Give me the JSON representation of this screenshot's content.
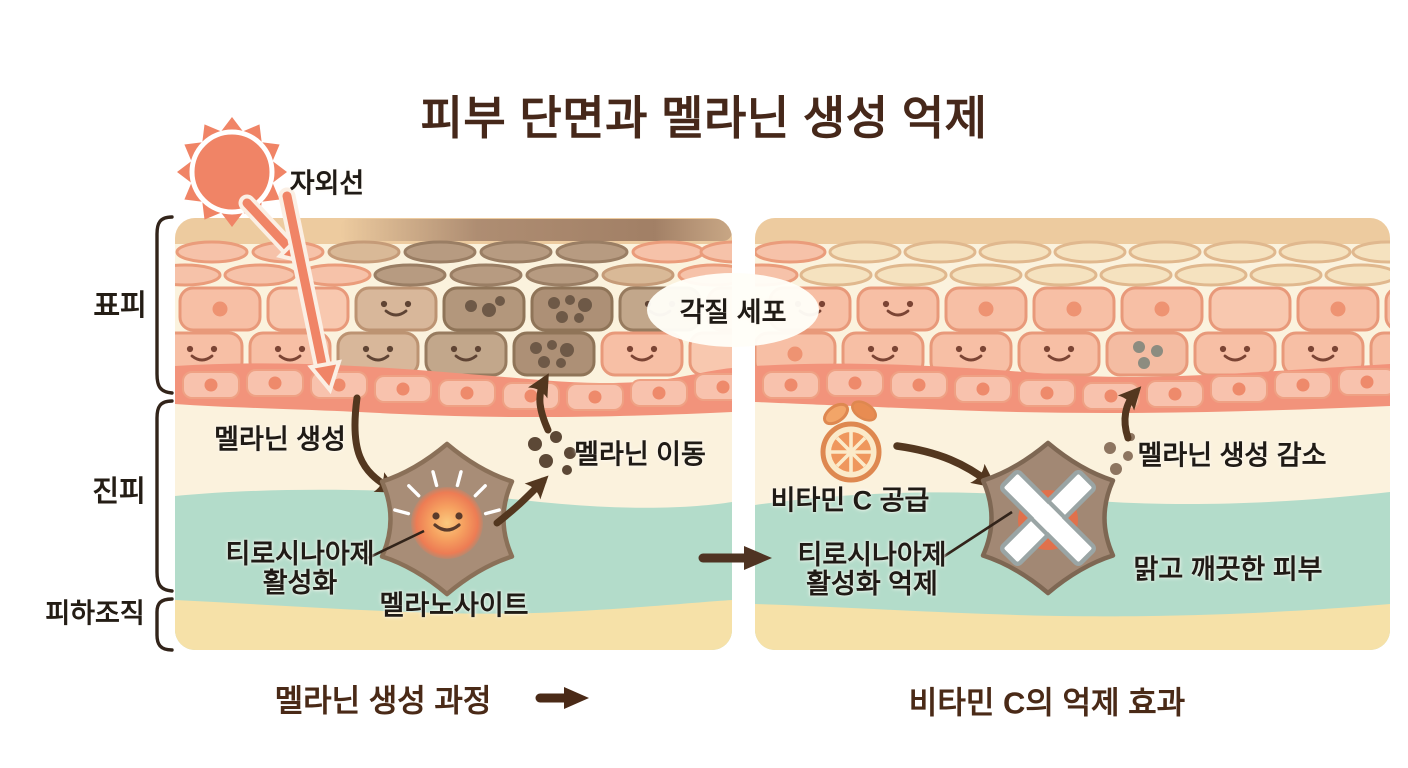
{
  "title": "피부 단면과 멜라닌 생성 억제",
  "layer_labels": {
    "epidermis": "표피",
    "dermis": "진피",
    "subcutaneous": "피하조직"
  },
  "shared": {
    "keratinocyte_label": "각질 세포"
  },
  "left_panel": {
    "uv_label": "자외선",
    "melanin_production_label": "멜라닌 생성",
    "tyrosinase_line1": "티로시나아제",
    "tyrosinase_line2": "활성화",
    "melanocyte_label": "멜라노사이트",
    "melanin_transfer_label": "멜라닌 이동",
    "caption": "멜라닌 생성 과정"
  },
  "right_panel": {
    "vitamin_c_label": "비타민 C 공급",
    "tyrosinase_line1": "티로시나아제",
    "tyrosinase_line2": "활성화 억제",
    "melanin_decrease_label": "멜라닌 생성 감소",
    "clear_skin_label": "맑고 깨끗한 피부",
    "caption": "비타민 C의 억제 효과"
  },
  "colors": {
    "title_brown": "#46281A",
    "label_black": "#201B16",
    "sun_salmon": "#F08466",
    "arrow_dark_brown": "#53371F",
    "stratum_tan": "#EDCB9F",
    "melanin_brown": "#B3977D",
    "cell_pink": "#F7BFA5",
    "basal_salmon": "#F2937B",
    "dermis_cream": "#FBF2DD",
    "dermis_teal": "#B3DCCA",
    "subcutis_yellow": "#F6E1A8",
    "orange_icon": "#EF975D"
  }
}
